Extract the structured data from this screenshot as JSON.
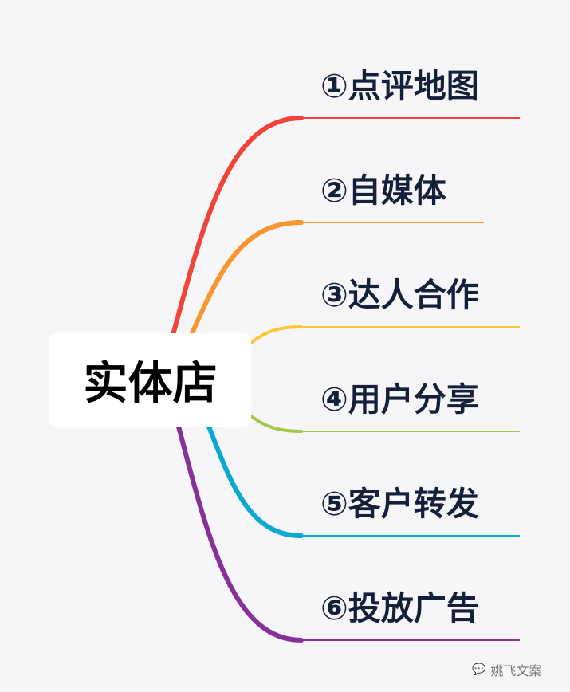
{
  "root": {
    "label": "实体店"
  },
  "branches": [
    {
      "label": "①点评地图",
      "color": "#f0433a"
    },
    {
      "label": "②自媒体",
      "color": "#f7962f"
    },
    {
      "label": "③达人合作",
      "color": "#fcc63a"
    },
    {
      "label": "④用户分享",
      "color": "#a3c74a"
    },
    {
      "label": "⑤客户转发",
      "color": "#0aa9cf"
    },
    {
      "label": "⑥投放广告",
      "color": "#87309a"
    }
  ],
  "watermark": {
    "text": "姚飞文案",
    "icon": "wechat-icon"
  }
}
